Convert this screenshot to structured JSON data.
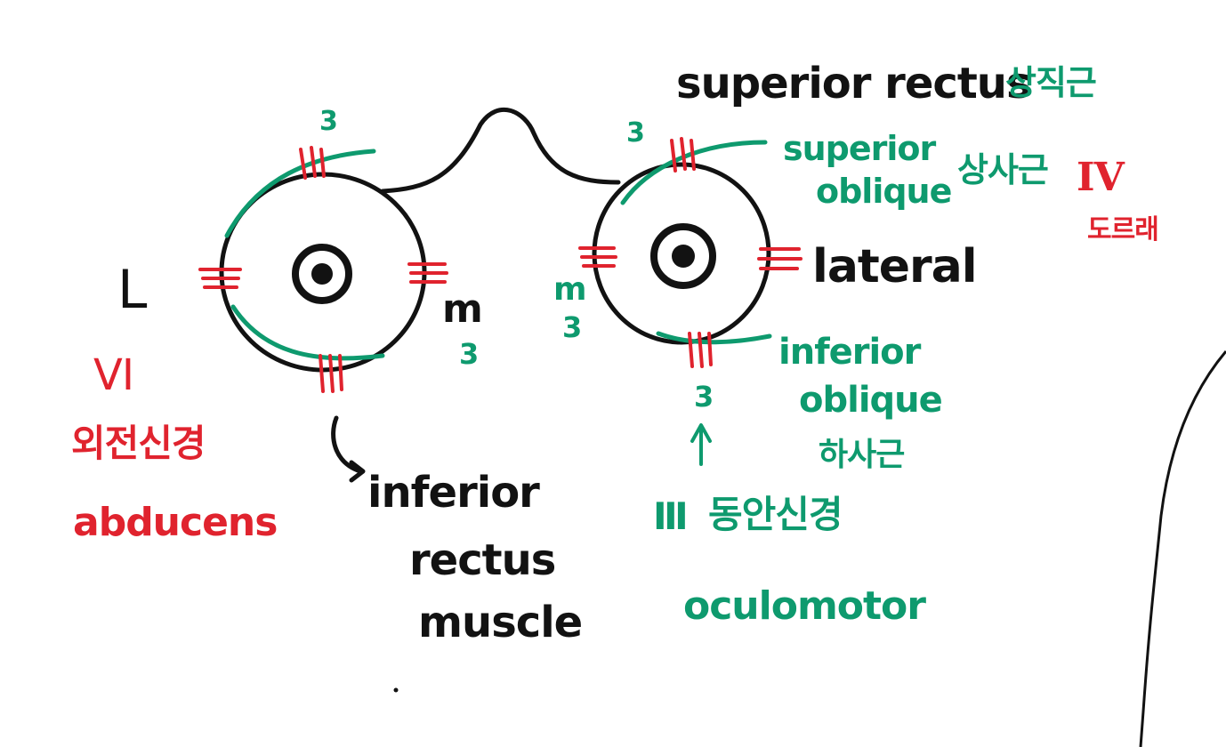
{
  "colors": {
    "ink_black": "#121212",
    "marker_green": "#0e9a6e",
    "marker_red": "#e0232e",
    "background": "#ffffff"
  },
  "labels": {
    "superior_rectus": "superior rectus",
    "superior_rectus_kr": "상직근",
    "superior_oblique_line1": "superior",
    "superior_oblique_line2": "oblique",
    "superior_oblique_kr": "상사근",
    "nerve_iv": "IV",
    "nerve_iv_kr": "도르래",
    "lateral": "lateral",
    "left_l": "L",
    "medial_m_left": "m",
    "medial_3_left": "3",
    "medial_m_right": "m",
    "medial_3_right": "3",
    "num_3_top_left": "3",
    "num_3_top_right": "3",
    "num_3_bottom_right": "3",
    "inferior_oblique_line1": "inferior",
    "inferior_oblique_line2": "oblique",
    "inferior_oblique_kr": "하사근",
    "nerve_vi": "VI",
    "nerve_vi_kr": "외전신경",
    "abducens": "abducens",
    "inferior_rectus_line1": "inferior",
    "inferior_rectus_line2": "rectus",
    "inferior_rectus_line3": "muscle",
    "nerve_iii": "Ⅲ",
    "nerve_iii_kr": "동안신경",
    "oculomotor": "oculomotor"
  }
}
